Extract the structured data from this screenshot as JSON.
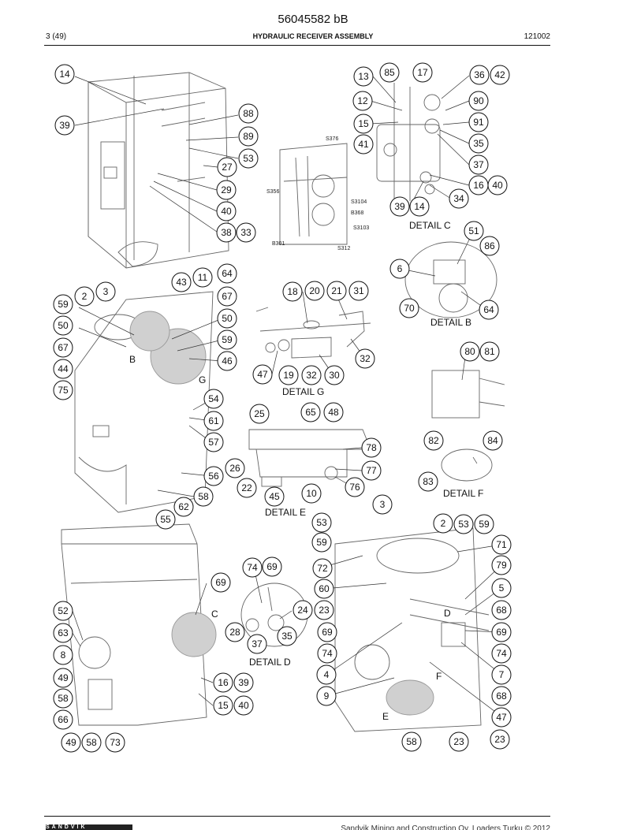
{
  "header": {
    "document_number": "56045582 bB",
    "page": "3 (49)",
    "title": "HYDRAULIC RECEIVER ASSEMBLY",
    "code": "121002"
  },
  "footer": {
    "brand": "SANDVIK",
    "copyright": "Sandvik Mining and Construction Oy, Loaders Turku © 2012"
  },
  "details": {
    "b": "DETAIL B",
    "c": "DETAIL C",
    "d": "DETAIL  D",
    "e": "DETAIL E",
    "f": "DETAIL F",
    "g": "DETAIL G"
  },
  "view_letters": {
    "b": "B",
    "c": "C",
    "d": "D",
    "e": "E",
    "f": "F",
    "g": "G"
  },
  "sensor_labels": {
    "s376": "S376",
    "s356": "S356",
    "s3104": "S3104",
    "b368": "B368",
    "s3103": "S3103",
    "b301": "B301",
    "s312": "S312"
  },
  "callouts": {
    "a1": "14",
    "a2": "39",
    "a3": "88",
    "a4": "89",
    "a5": "53",
    "a6": "27",
    "a7": "29",
    "a8": "40",
    "a9": "38",
    "a10": "33",
    "c1": "13",
    "c2": "85",
    "c3": "17",
    "c4": "36",
    "c5": "42",
    "c6": "12",
    "c7": "90",
    "c8": "15",
    "c9": "91",
    "c10": "41",
    "c11": "35",
    "c12": "37",
    "c13": "16",
    "c14": "40",
    "c15": "34",
    "c16": "39",
    "c17": "14",
    "b1": "51",
    "b2": "86",
    "b3": "6",
    "b4": "70",
    "b5": "64",
    "g1": "18",
    "g2": "20",
    "g3": "21",
    "g4": "31",
    "g5": "32",
    "g6": "47",
    "g7": "19",
    "g8": "32",
    "g9": "30",
    "m1": "2",
    "m2": "3",
    "m3": "43",
    "m4": "11",
    "m5": "64",
    "m6": "59",
    "m7": "67",
    "m8": "50",
    "m9": "59",
    "m10": "50",
    "m11": "46",
    "m12": "67",
    "m13": "44",
    "m14": "75",
    "m15": "54",
    "m16": "61",
    "m17": "57",
    "m18": "56",
    "m19": "58",
    "m20": "62",
    "m21": "55",
    "f1": "80",
    "f2": "81",
    "f3": "82",
    "f4": "84",
    "f5": "83",
    "e1": "25",
    "e2": "65",
    "e3": "48",
    "e4": "78",
    "e5": "26",
    "e6": "77",
    "e7": "22",
    "e8": "76",
    "e9": "45",
    "e10": "10",
    "l1": "52",
    "l2": "63",
    "l3": "8",
    "l4": "49",
    "l5": "58",
    "l6": "66",
    "l7": "49",
    "l8": "58",
    "l9": "73",
    "l10": "69",
    "l11": "16",
    "l12": "39",
    "l13": "15",
    "l14": "40",
    "d1": "74",
    "d2": "69",
    "d3": "24",
    "d4": "28",
    "d5": "35",
    "d6": "37",
    "r1": "3",
    "r2": "53",
    "r3": "59",
    "r4": "2",
    "r5": "53",
    "r6": "59",
    "r7": "72",
    "r8": "71",
    "r9": "60",
    "r10": "79",
    "r11": "23",
    "r12": "5",
    "r13": "68",
    "r14": "69",
    "r15": "69",
    "r16": "74",
    "r17": "74",
    "r18": "4",
    "r19": "7",
    "r20": "9",
    "r21": "68",
    "r22": "47",
    "r23": "58",
    "r24": "23",
    "r25": "23"
  }
}
